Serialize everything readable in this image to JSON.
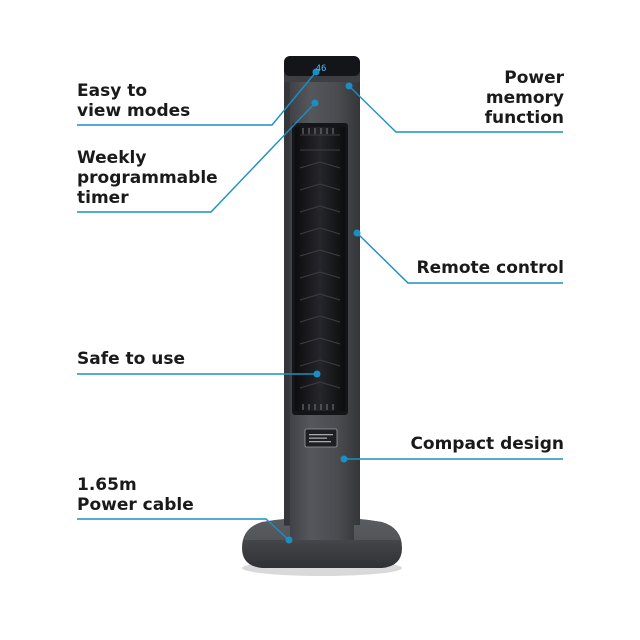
{
  "display": {
    "readout": "46"
  },
  "features": {
    "easy_view": [
      "Easy to",
      "view modes"
    ],
    "weekly_timer": [
      "Weekly",
      "programmable",
      "timer"
    ],
    "safe": [
      "Safe to use"
    ],
    "cable": [
      "1.65m",
      "Power cable"
    ],
    "power_memory": [
      "Power",
      "memory",
      "function"
    ],
    "remote": [
      "Remote control"
    ],
    "compact": [
      "Compact design"
    ]
  },
  "colors": {
    "accent_line": "#1a8fc4",
    "fan_body": "#4a4c50",
    "fan_dark": "#1c1d20",
    "display_digits": "#4fb8ff"
  }
}
